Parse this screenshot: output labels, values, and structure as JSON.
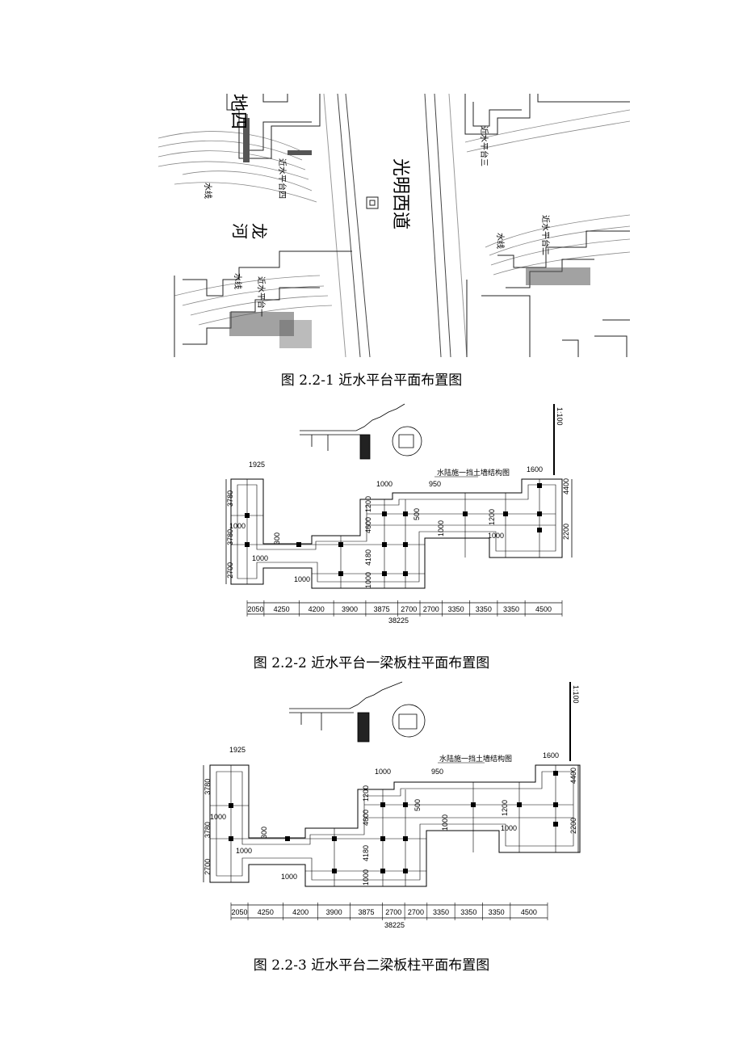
{
  "figure1": {
    "caption": "图 2.2-1 近水平台平面布置图",
    "labels": {
      "road": "光明西道",
      "river_a": "龙",
      "river_b": "河",
      "district": "地四",
      "platform_4": "近水平台四",
      "platform_3": "近水平台三",
      "platform_2": "近水平台二",
      "platform_1": "近水平台一",
      "waterline": "水线"
    }
  },
  "figure2": {
    "caption": "图 2.2-2 近水平台一梁板柱平面布置图",
    "scale": "1:100",
    "note": "水陆施一挡土墙结构图",
    "left_dims": [
      "3780",
      "3780",
      "2700"
    ],
    "bottom_dims": [
      "2050",
      "4250",
      "4200",
      "3900",
      "3875",
      "2700",
      "2700",
      "3350",
      "3350",
      "3350",
      "4500"
    ],
    "total": "38225",
    "top_dims": [
      "1925",
      "1000",
      "950",
      "1600"
    ],
    "right_dims": [
      "4400",
      "2200"
    ],
    "inner_dims": [
      "1000",
      "1000",
      "300",
      "1200",
      "500",
      "4600",
      "4180",
      "1000",
      "1000",
      "1000",
      "1200",
      "1000"
    ]
  },
  "figure3": {
    "caption": "图 2.2-3 近水平台二梁板柱平面布置图",
    "scale": "1:100",
    "note": "水陆施一挡土墙结构图",
    "left_dims": [
      "3780",
      "3780",
      "2700"
    ],
    "bottom_dims": [
      "2050",
      "4250",
      "4200",
      "3900",
      "3875",
      "2700",
      "2700",
      "3350",
      "3350",
      "3350",
      "4500"
    ],
    "total": "38225",
    "top_dims": [
      "1925",
      "1000",
      "950",
      "1600"
    ],
    "right_dims": [
      "4400",
      "2200"
    ],
    "inner_dims": [
      "1000",
      "1000",
      "300",
      "1200",
      "500",
      "4600",
      "4180",
      "1000",
      "1000",
      "1000",
      "1200",
      "1000"
    ]
  }
}
